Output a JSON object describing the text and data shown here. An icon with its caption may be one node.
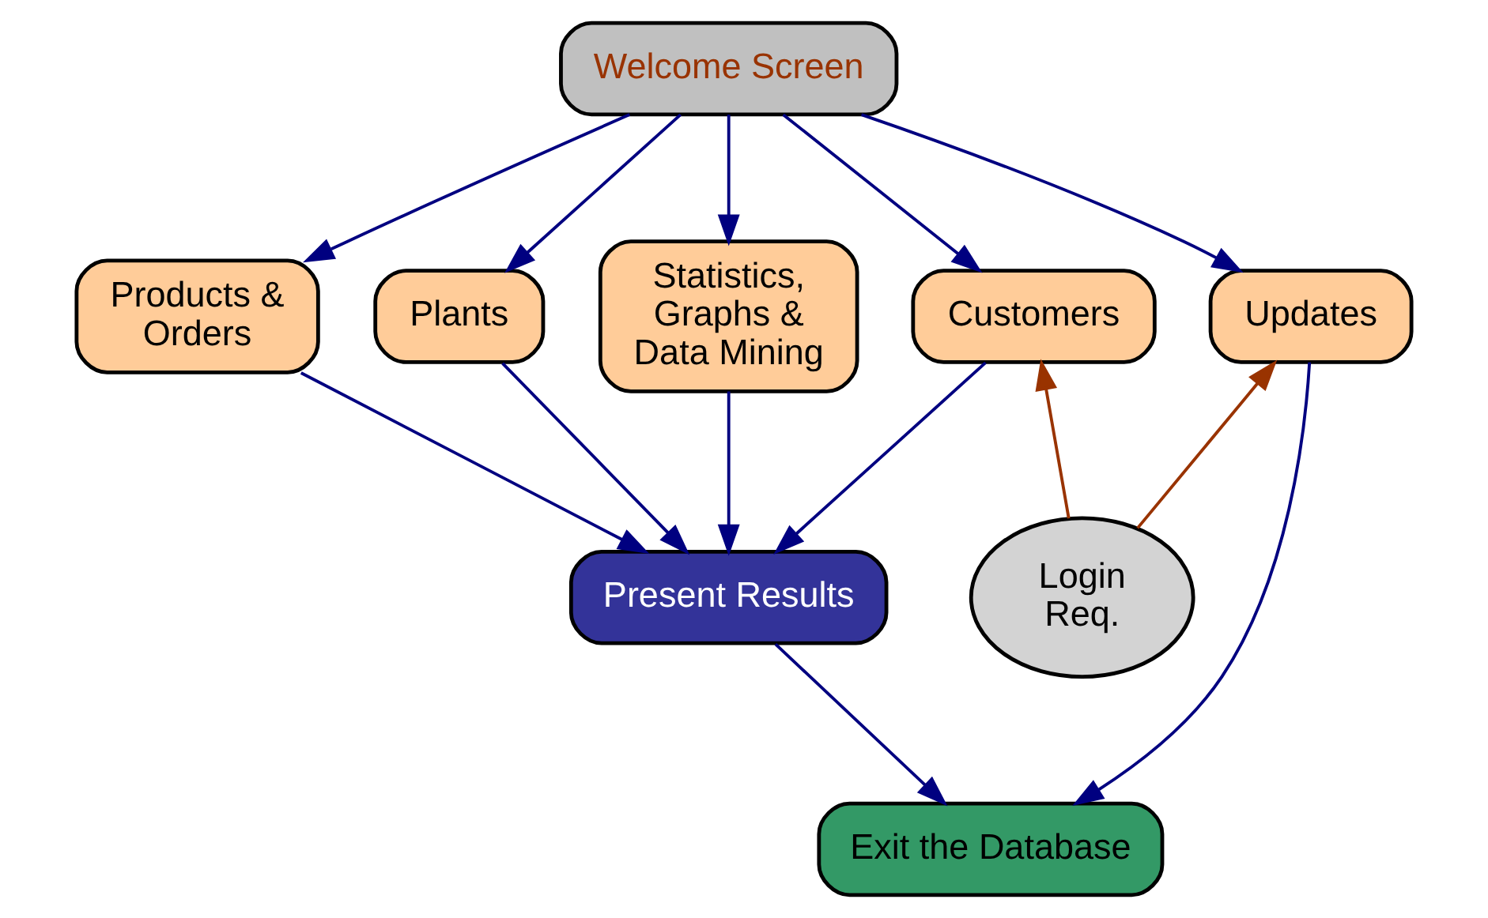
{
  "diagram": {
    "nodes": [
      {
        "text": [
          "Welcome Screen"
        ]
      },
      {
        "text": [
          "Products & Orders"
        ]
      },
      {
        "text": [
          "Plants"
        ]
      },
      {
        "text": [
          "Statistics, Graphs & Data Mining"
        ]
      },
      {
        "text": [
          "Customers"
        ]
      },
      {
        "text": [
          "Updates"
        ]
      },
      {
        "text": [
          "Login Req."
        ]
      },
      {
        "text": [
          "Present Results"
        ]
      },
      {
        "text": [
          "Exit the Database"
        ]
      }
    ],
    "edges": [
      {
        "from": 0,
        "to": 1,
        "arrow": "to"
      },
      {
        "from": 0,
        "to": 2,
        "arrow": "to"
      },
      {
        "from": 0,
        "to": 3,
        "arrow": "to"
      },
      {
        "from": 0,
        "to": 4,
        "arrow": "to"
      },
      {
        "from": 0,
        "to": 5,
        "arrow": "to"
      },
      {
        "from": 1,
        "to": 7,
        "arrow": "to"
      },
      {
        "from": 2,
        "to": 7,
        "arrow": "to"
      },
      {
        "from": 3,
        "to": 7,
        "arrow": "to"
      },
      {
        "from": 4,
        "to": 7,
        "arrow": "to"
      },
      {
        "from": 5,
        "to": 8,
        "arrow": "to"
      },
      {
        "from": 6,
        "to": 4,
        "arrow": "to",
        "color": "#993300"
      },
      {
        "from": 6,
        "to": 5,
        "arrow": "to",
        "color": "#993300"
      },
      {
        "from": 7,
        "to": 8,
        "arrow": "to"
      }
    ]
  }
}
